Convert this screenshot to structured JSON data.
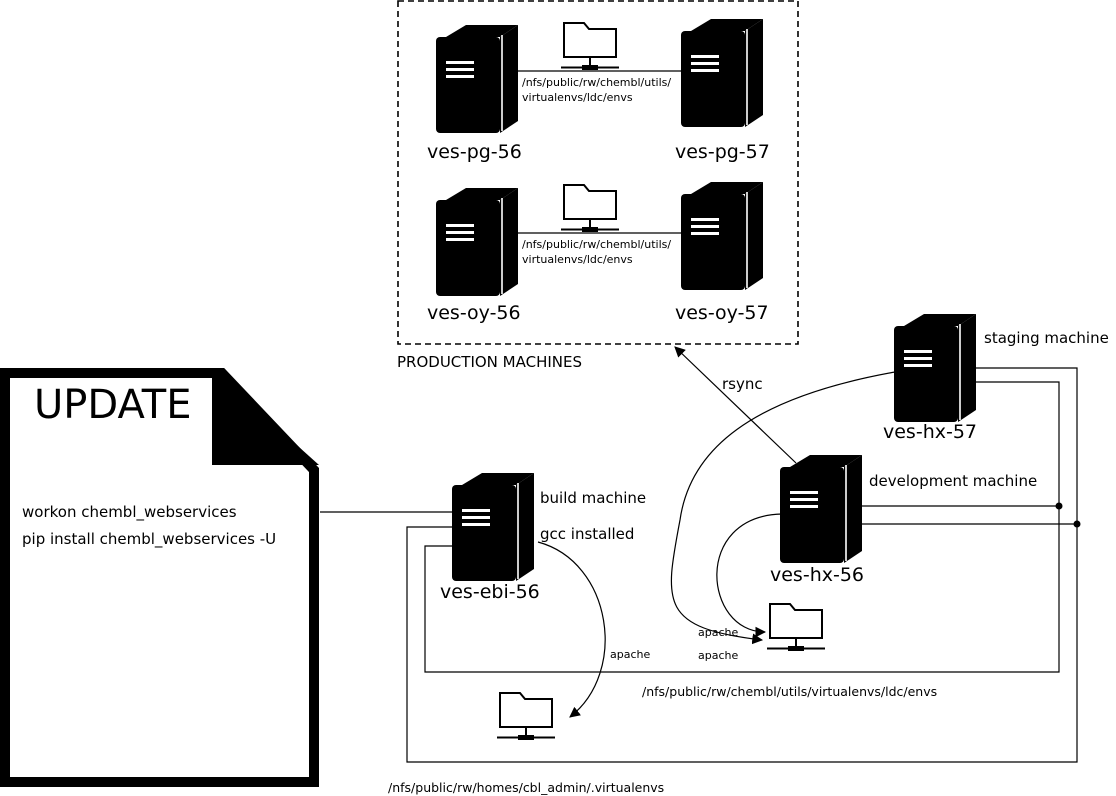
{
  "production": {
    "title": "PRODUCTION MACHINES",
    "pairs": [
      {
        "left": "ves-pg-56",
        "right": "ves-pg-57",
        "share_path": [
          "/nfs/public/rw/chembl/utils/",
          "virtualenvs/ldc/envs"
        ]
      },
      {
        "left": "ves-oy-56",
        "right": "ves-oy-57",
        "share_path": [
          "/nfs/public/rw/chembl/utils/",
          "virtualenvs/ldc/envs"
        ]
      }
    ]
  },
  "update_doc": {
    "title": "UPDATE",
    "commands": [
      "workon chembl_webservices",
      "pip install chembl_webservices -U"
    ]
  },
  "machines": {
    "build": {
      "name": "ves-ebi-56",
      "role": "build machine",
      "note": "gcc installed"
    },
    "development": {
      "name": "ves-hx-56",
      "role": "development machine"
    },
    "staging": {
      "name": "ves-hx-57",
      "role": "staging machine"
    }
  },
  "links": {
    "rsync": "rsync",
    "apache_build": "apache",
    "apache_dev_1": "apache",
    "apache_dev_2": "apache"
  },
  "shares": {
    "utils_envs": "/nfs/public/rw/chembl/utils/virtualenvs/ldc/envs",
    "homes_admin": "/nfs/public/rw/homes/cbl_admin/.virtualenvs"
  },
  "icons": {
    "server": "server-tower-icon",
    "share": "network-folder-icon",
    "document": "document-icon"
  }
}
